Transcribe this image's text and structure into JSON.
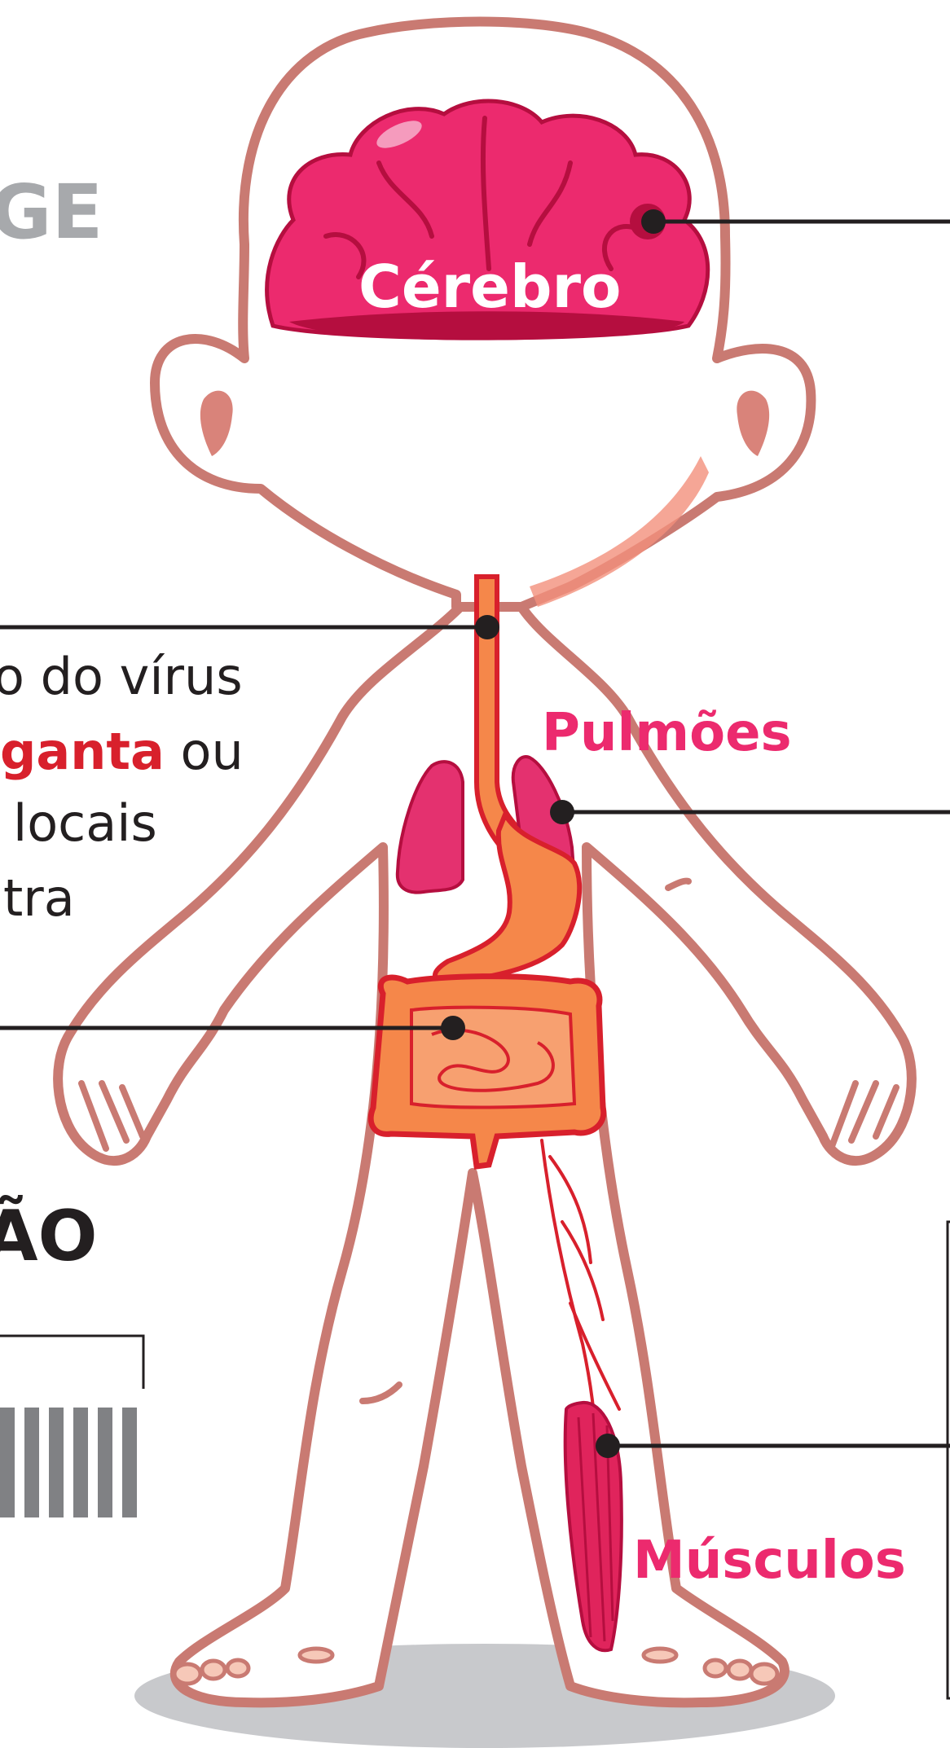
{
  "header": {
    "title_fragment": "GE"
  },
  "labels": {
    "brain": "Cérebro",
    "lungs": "Pulmões",
    "muscles": "Músculos"
  },
  "text_block": {
    "line1": "o do vírus",
    "line2_highlight": "ganta",
    "line2_rest": " ou",
    "line3": "locais",
    "line4": "tra"
  },
  "heading_fragment": "ÃO",
  "colors": {
    "outline": "#c97a72",
    "brain": "#ec2a6e",
    "brain_dark": "#b50e3f",
    "organ_orange": "#f5874a",
    "organ_red": "#d8202c",
    "lungs": "#e4316f",
    "muscle": "#e0245c",
    "leader": "#231f20",
    "shadow": "#c8c9cc",
    "barcode": "#808184"
  }
}
